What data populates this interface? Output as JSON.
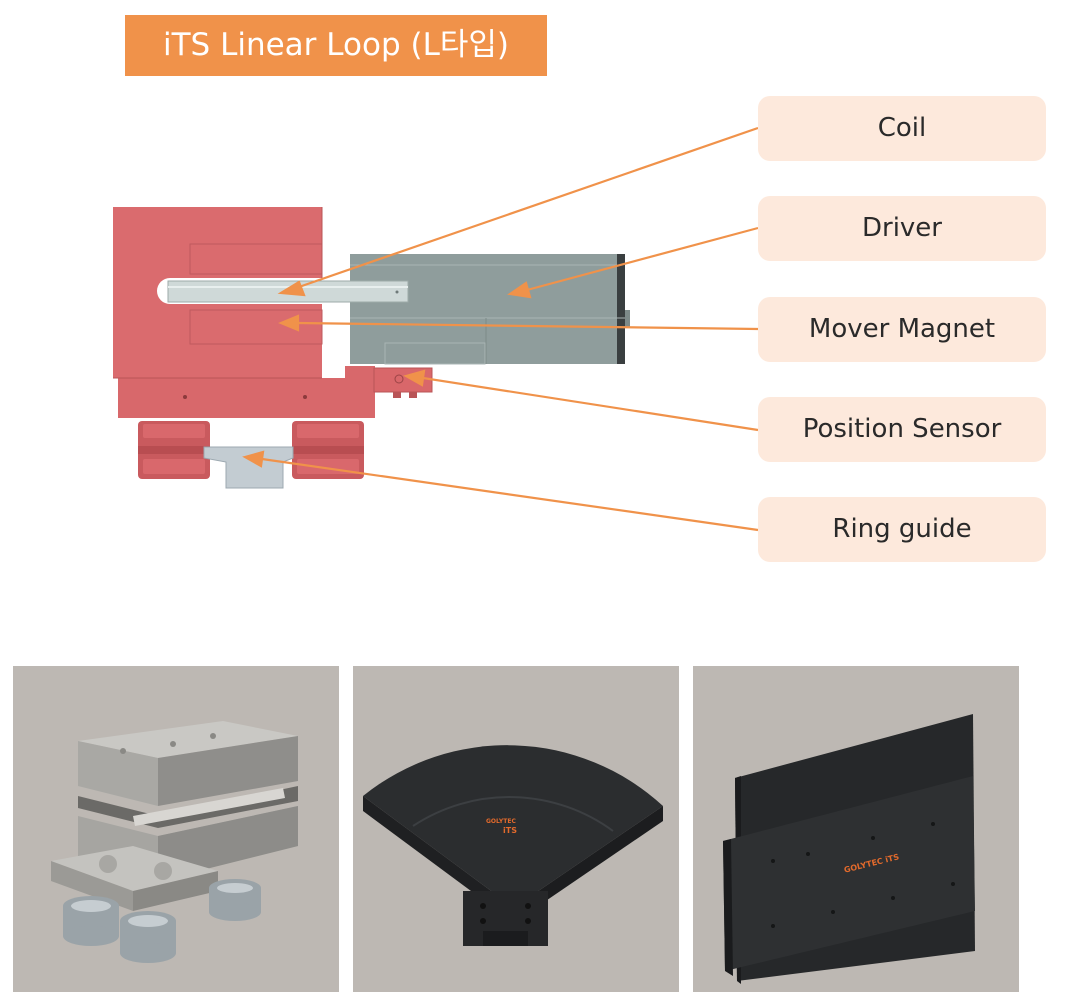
{
  "title": "iTS Linear Loop (L타입)",
  "callouts": [
    {
      "id": "coil",
      "label": "Coil"
    },
    {
      "id": "driver",
      "label": "Driver"
    },
    {
      "id": "mover-magnet",
      "label": "Mover Magnet"
    },
    {
      "id": "position-sensor",
      "label": "Position Sensor"
    },
    {
      "id": "ring-guide",
      "label": "Ring guide"
    }
  ],
  "photos": [
    {
      "id": "mover-unit"
    },
    {
      "id": "curved-coil",
      "logo_line1": "GOLYTEC",
      "logo_line2": "iTS"
    },
    {
      "id": "straight-coil",
      "logo": "GOLYTEC  iTS"
    }
  ],
  "colors": {
    "accent_orange": "#f0924a",
    "label_bg": "#fde9dc",
    "magnet_red": "#d9676a",
    "driver_gray": "#8f9d9c",
    "guide_blue": "#c3ccd2"
  }
}
